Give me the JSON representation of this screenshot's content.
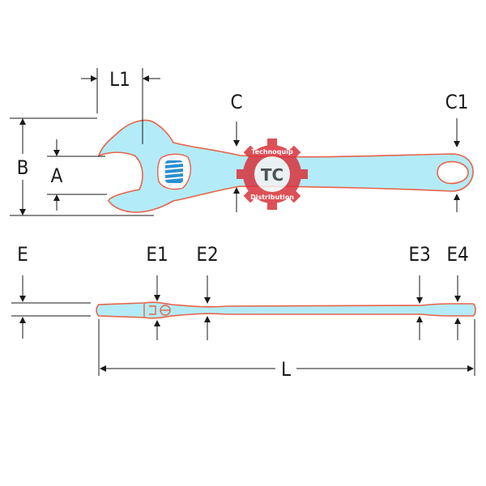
{
  "labels": {
    "L1": "L1",
    "C": "C",
    "C1": "C1",
    "B": "B",
    "A": "A",
    "E": "E",
    "E1": "E1",
    "E2": "E2",
    "E3": "E3",
    "E4": "E4",
    "L": "L"
  },
  "watermark": {
    "top": "Technoquip",
    "bottom": "Distribution",
    "letters": "TC"
  },
  "colors": {
    "tool_fill": "#b3ecf8",
    "tool_stroke": "#e8634a",
    "knurl": "#2a8fd0",
    "ink": "#1a1a1a",
    "watermark": "#d9323a"
  }
}
